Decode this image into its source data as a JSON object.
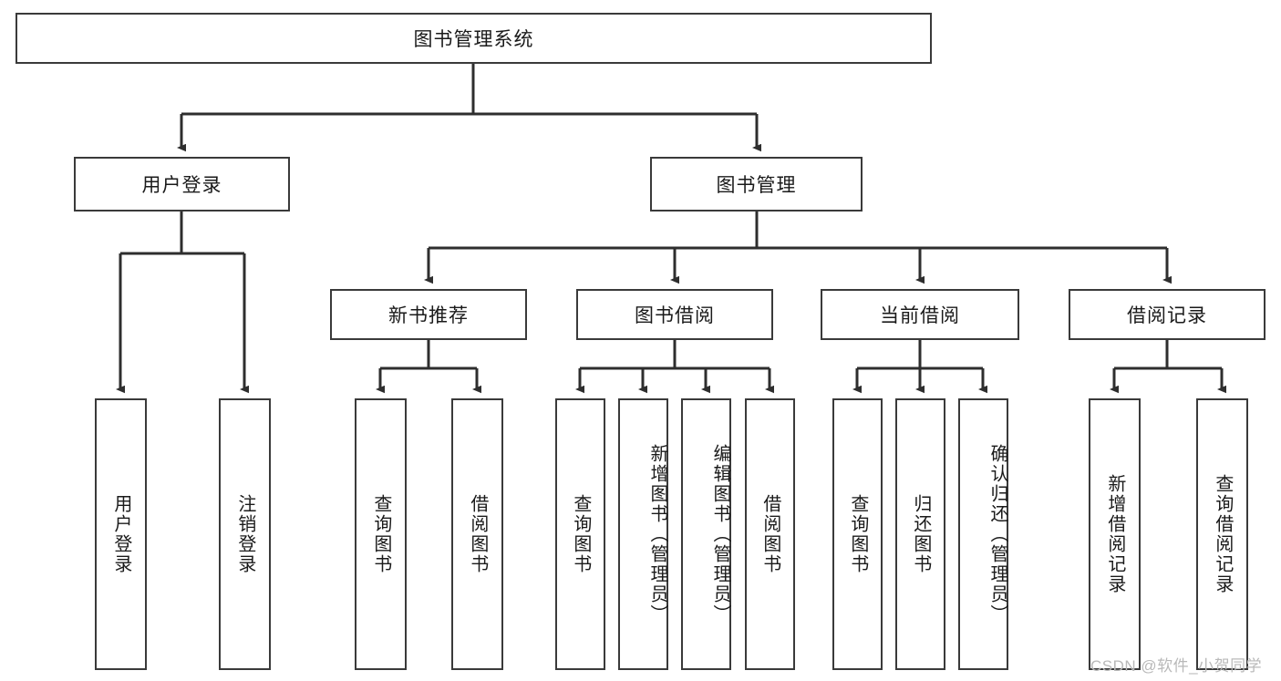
{
  "diagram": {
    "type": "tree",
    "title": "图书管理系统",
    "root": {
      "label": "图书管理系统",
      "level": 0
    },
    "level1": [
      {
        "label": "用户登录"
      },
      {
        "label": "图书管理"
      }
    ],
    "level2": [
      {
        "label": "新书推荐",
        "parent": "图书管理"
      },
      {
        "label": "图书借阅",
        "parent": "图书管理"
      },
      {
        "label": "当前借阅",
        "parent": "图书管理"
      },
      {
        "label": "借阅记录",
        "parent": "图书管理"
      }
    ],
    "leaves_user_login": [
      {
        "label": "用户登录"
      },
      {
        "label": "注销登录"
      }
    ],
    "leaves_new_book": [
      {
        "label": "查询图书"
      },
      {
        "label": "借阅图书"
      }
    ],
    "leaves_borrow": [
      {
        "label": "查询图书"
      },
      {
        "label": "新增图书（管理员）"
      },
      {
        "label": "编辑图书（管理员）"
      },
      {
        "label": "借阅图书"
      }
    ],
    "leaves_current": [
      {
        "label": "查询图书"
      },
      {
        "label": "归还图书"
      },
      {
        "label": "确认归还（管理员）"
      }
    ],
    "leaves_record": [
      {
        "label": "新增借阅记录"
      },
      {
        "label": "查询借阅记录"
      }
    ],
    "watermark": "CSDN @软件_小贺同学",
    "colors": {
      "border": "#3a3a3a",
      "text": "#1a1a1a",
      "background": "#ffffff",
      "watermark": "#b9b9b9"
    }
  }
}
